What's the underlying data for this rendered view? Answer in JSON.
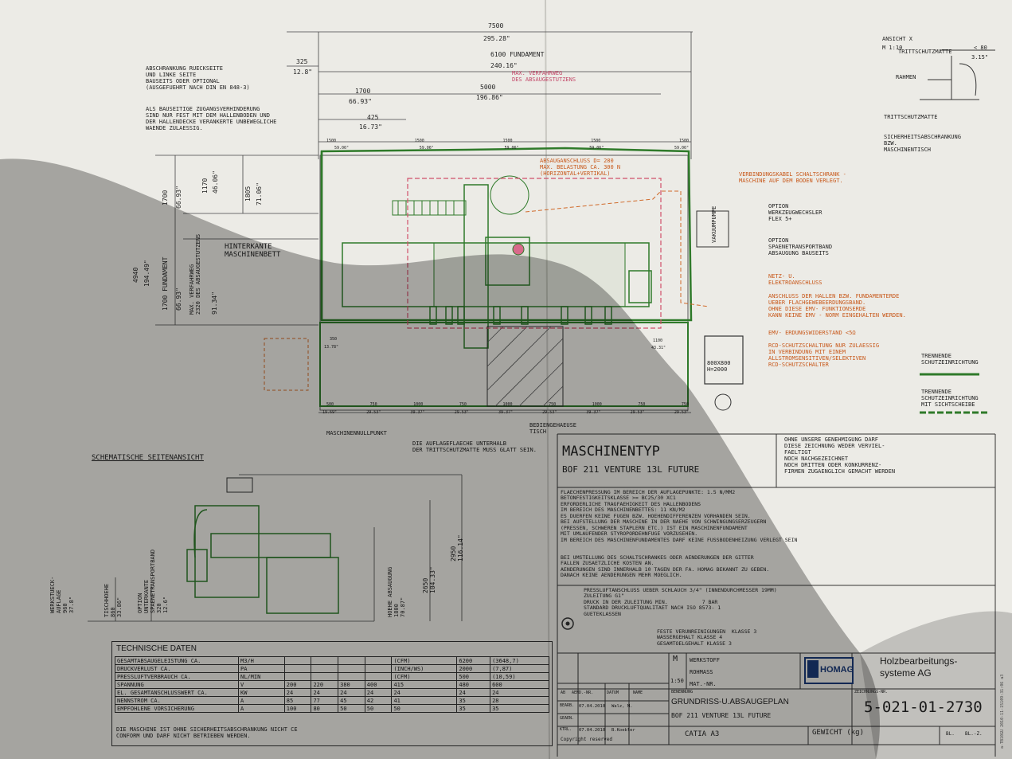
{
  "dims": {
    "overall_mm": "7500",
    "overall_in": "295.28\"",
    "fundament_mm": "6100 FUNDAMENT",
    "fundament_in": "240.16\"",
    "left325_mm": "325",
    "left325_in": "12.8\"",
    "verfahrweg_note": "MAX. VERFAHRWEG\nDES ABSAUGESTUTZENS",
    "p1700_mm": "1700",
    "p1700_in": "66.93\"",
    "p5000_mm": "5000",
    "p5000_in": "196.86\"",
    "d425_mm": "425",
    "d425_in": "16.73\"",
    "h4940_mm": "4940",
    "h4940_in": "194.49\"",
    "h1700a": "1700",
    "h1700a_in": "66.93\"",
    "h1805": "1805",
    "h1805_in": "71.06\"",
    "h1170": "1170",
    "h1170_in": "46.06\"",
    "h1700b": "1700 FUNDAMENT",
    "h1700b_in": "66.93\"",
    "h2320": "MAX. VERFAHRWEG\n2320 DES ABSAUGESTUTZENS",
    "h2320_in": "91.34\"",
    "top_segments": [
      "1500",
      "1500",
      "1500",
      "1500",
      "1500"
    ],
    "top_segments_in": [
      "59.06\"",
      "59.06\"",
      "59.06\"",
      "59.06\"",
      "59.06\""
    ],
    "bottom_segments": [
      "500",
      "750",
      "1000",
      "750",
      "1000",
      "750",
      "1000",
      "750",
      "750"
    ],
    "bottom_segments_in": [
      "19.69\"",
      "29.53\"",
      "39.37\"",
      "29.53\"",
      "39.37\"",
      "29.53\"",
      "39.37\"",
      "29.53\"",
      "29.53\""
    ],
    "d350": "350",
    "d350_in": "13.78\"",
    "d1100": "1100",
    "d1100_in": "43.31\""
  },
  "notes": {
    "abschrankung": "ABSCHRANKUNG RUECKSEITE\nUND LINKE SEITE\nBAUSEITS ODER OPTIONAL\n(AUSGEFUEHRT NACH DIN EN 848-3)",
    "bauseitige": "ALS BAUSEITIGE ZUGANGSVERHINDERUNG\nSIND NUR FEST MIT DEM HALLENBODEN UND\nDER HALLENDECKE VERANKERTE UNBEWEGLICHE\nWAENDE ZULAESSIG.",
    "hinterkante": "HINTERKANTE\nMASCHINENBETT",
    "absaug": "ABSAUGANSCHLUSS D= 280\nMAX. BELASTUNG CA. 300 N\n(HORIZONTAL+VERTIKAL)",
    "verbindung": "VERBINDUNGSKABEL SCHALTSCHRANK -\nMASCHINE AUF DEM BODEN VERLEGT.",
    "option_wz": "OPTION\nWERKZEUGWECHSLER\nFLEX 5+",
    "option_sp": "OPTION\nSPAENETRANSPORTBAND\nABSAUGUNG BAUSEITS",
    "netz": "NETZ- U.\nELEKTROANSCHLUSS",
    "anschluss": "ANSCHLUSS DER HALLEN BZW. FUNDAMENTERDE\nUEBER FLACHGEWEBEERDUNGSBAND.\nOHNE DIESE EMV- FUNKTIONSERDE\nKANN KEINE EMV - NORM EINGEHALTEN WERDEN.",
    "emv": "EMV- ERDUNGSWIDERSTAND <5Ω",
    "rcd": "RCD-SCHUTZSCHALTUNG NUR ZULAESSIG\nIN VERBINDUNG MIT EINEM\nALLSTROMSENSITIVEN/SELEKTIVEN\nRCD-SCHUTZSCHALTER",
    "schutz1": "TRENNENDE\nSCHUTZEINRICHTUNG",
    "schutz2": "TRENNENDE\nSCHUTZEINRICHTUNG\nMIT SICHTSCHEIBE",
    "nullpunkt": "MASCHINENNULLPUNKT",
    "auflage": "DIE AUFLAGEFLAECHE UNTERHALB\nDER TRITTSCHUTZMATTE MUSS GLATT SEIN.",
    "bediengehaeuse": "BEDIENGEHAEUSE\nTISCH",
    "vakuumpumpe": "VAKUUMPUMPE",
    "schaltschrank": "800X800\nH=2000"
  },
  "ansicht": {
    "title": "ANSICHT X",
    "scale": "M 1:10",
    "dim": "< 80",
    "dim_in": "3.15\"",
    "trittschutz": "TRITTSCHUTZMATTE",
    "rahmen": "RAHMEN",
    "trittschutz2": "TRITTSCHUTZMATTE",
    "sicherheit": "SICHERHEITSABSCHRANKUNG\nBZW.\nMASCHINENTISCH"
  },
  "side": {
    "title": "SCHEMATISCHE SEITENANSICHT",
    "werk": "WERKSTUECK-\nAUFLAGE\n960\n37.8\"",
    "tisch": "TISCHHOEHE\n860\n33.86\"",
    "option": "OPTION\nUNTERKANTE\nSPAENETRANSPORTBAND\n320\n12.6\"",
    "hoehe": "HOEHE ABSAUGUNG\n1800\n70.87\"",
    "h2650": "2650\n104.33\"",
    "h2950": "2950\n116.14\""
  },
  "machine": {
    "label": "MASCHINENTYP",
    "model": "BOF 211 VENTURE 13L FUTURE"
  },
  "rights": "OHNE UNSERE GENEHMIGUNG DARF\nDIESE ZEICHNUNG WEDER VERVIEL-\nFAELTIGT\nNOCH NACHGEZEICHNET\nNOCH DRITTEN ODER KONKURRENZ-\nFIRMEN ZUGAENGLICH GEMACHT WERDEN",
  "requirements": "FLAECHENPRESSUNG IM BEREICH DER AUFLAGEPUNKTE: 1.5 N/MM2\nBETONFESTIGKEITSKLASSE >= BC25/30 XC1\nERFORDERLICHE TRAGFAEHIGKEIT DES HALLENBODENS\nIM BEREICH DES MASCHINENBETTES: 11 KN/M2\nES DUERFEN KEINE FUGEN BZW. HOEHENDIFFERENZEN VORHANDEN SEIN.\nBEI AUFSTELLUNG DER MASCHINE IN DER NAEHE VON SCHWINGUNGSERZEUGERN\n(PRESSEN, SCHWEREN STAPLERN ETC.) IST EIN MASCHINENFUNDAMENT\nMIT UMLAUFENDER STYROPORDEHNFUGE VORZUSEHEN.\nIM BEREICH DES MASCHINENFUNDAMENTES DARF KEINE FUSSBODENHEIZUNG VERLEGT SEIN",
  "changes": "BEI UMSTELLUNG DES SCHALTSCHRANKES ODER AENDERUNGEN DER GITTER\nFALLEN ZUSAETZLICHE KOSTEN AN.\nAENDERUNGEN SIND INNERHALB 10 TAGEN DER FA. HOMAG BEKANNT ZU GEBEN.\nDANACH KEINE AENDERUNGEN MEHR MOEGLICH.",
  "air": "PRESSLUFTANSCHLUSS UEBER SCHLAUCH 3/4\" (INNENDURCHMESSER 19MM)\nZULEITUNG G1\"\nDRUCK IN DER ZULEITUNG MIN.           7 BAR\nSTANDARD DRUCKLUFTQUALITAET NACH ISO 8573- 1\nGUETEKLASSEN",
  "air_classes": "FESTE VERUNREINIGUNGEN  KLASSE 3\nWASSERGEHALT KLASSE 4\nGESAMTOELGEHALT KLASSE 3",
  "tech": {
    "title": "TECHNISCHE DATEN",
    "rows": [
      [
        "GESAMTABSAUGELEISTUNG CA.",
        "M3/H",
        "",
        "",
        "",
        "",
        "(CFM)",
        "6200",
        "(3648,7)"
      ],
      [
        "DRUCKVERLUST CA.",
        "PA",
        "",
        "",
        "",
        "",
        "(INCH/WS)",
        "2000",
        "(7,87)"
      ],
      [
        "PRESSLUFTVERBRAUCH CA.",
        "NL/MIN",
        "",
        "",
        "",
        "",
        "(CFM)",
        "500",
        "(10,59)"
      ],
      [
        "SPANNUNG",
        "V",
        "200",
        "220",
        "380",
        "400",
        "415",
        "480",
        "600"
      ],
      [
        "EL. GESAMTANSCHLUSSWERT CA.",
        "KW",
        "24",
        "24",
        "24",
        "24",
        "24",
        "24",
        "24"
      ],
      [
        "NENNSTROM CA.",
        "A",
        "85",
        "77",
        "45",
        "42",
        "41",
        "35",
        "28"
      ],
      [
        "EMPFOHLENE VORSICHERUNG",
        "A",
        "100",
        "80",
        "50",
        "50",
        "50",
        "35",
        "35"
      ]
    ],
    "footer": "DIE MASCHINE IST OHNE SICHERHEITSABSCHRANKUNG NICHT CE\nCONFORM UND DARF NICHT BETRIEBEN WERDEN."
  },
  "title_block": {
    "m": "M",
    "scale": "1:50",
    "werkstoff": "WERKSTOFF",
    "rohmass": "ROHMASS",
    "matnr": "MAT.-NR.",
    "benennung_label": "BENENNUNG",
    "title1": "GRUNDRISS-U.ABSAUGEPLAN",
    "title2": "BOF 211 VENTURE 13L FUTURE",
    "company1": "Holzbearbeitungs-",
    "company2": "systeme AG",
    "logo": "HOMAG",
    "zeichnungsnr_label": "ZEICHNUNGS-NR.",
    "drawing_no": "5-021-01-2730",
    "catia": "CATIA A3",
    "gewicht": "GEWICHT (kg)",
    "bl": "BL.",
    "blz": "BL.-Z.",
    "copyright": "Copyright reserved",
    "ab": "AB",
    "aend": "AEND.-NR.",
    "datum": "DATUM",
    "name": "NAME",
    "bearb_label": "BEARB.",
    "bearb_date": "07.04.2010",
    "bearb_name": "Walz, M.",
    "gepr_label": "GEAEN.",
    "ktrl_label": "KTRL.",
    "ktrl_date": "07.04.2010",
    "ktrl_name": "B.Koebler",
    "side_code": "a-TB10GU 2010-11-15109:31:06 a3"
  }
}
